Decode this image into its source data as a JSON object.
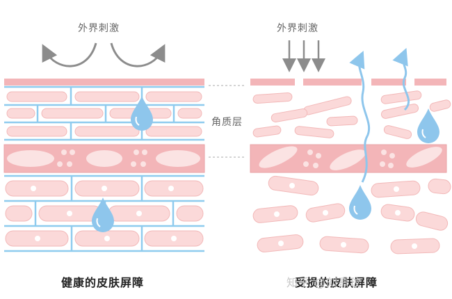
{
  "labels": {
    "stimulus_left": "外界刺激",
    "stimulus_right": "外界刺激",
    "layer": "角质层"
  },
  "captions": {
    "healthy": "健康的皮肤屏障",
    "damaged": "受损的皮肤屏障"
  },
  "watermark": "知乎 @刘熹玟",
  "colors": {
    "cell_fill": "#fbd9d9",
    "cell_stroke": "#f2b8b8",
    "band_fill": "#f3b5b8",
    "band_cell": "#fbe3e3",
    "mortar": "#8ecbee",
    "water": "#8ec6ec",
    "arrow_gray": "#8c8c8c",
    "dash_gray": "#aaaaaa"
  }
}
